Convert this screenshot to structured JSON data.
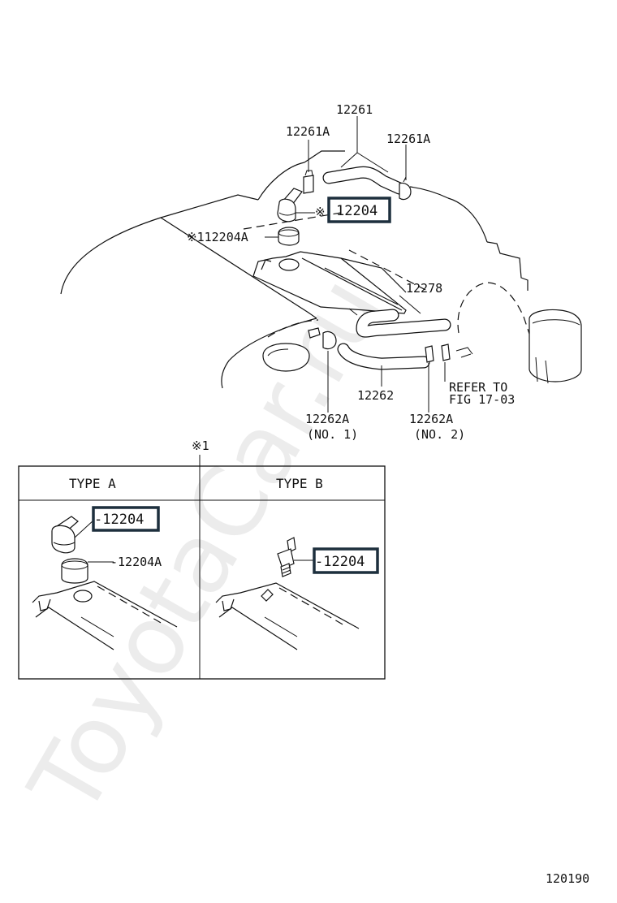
{
  "watermark": "ToyotaCar.ru",
  "labels": {
    "p12261": "12261",
    "p12261A_left": "12261A",
    "p12261A_right": "12261A",
    "p12204_main": "12204",
    "p12204_main_mark": "※",
    "p112204A": "※112204A",
    "p12278": "12278",
    "p12262": "12262",
    "p12262A_no1": "12262A",
    "p12262A_no1_sub": "(NO. 1)",
    "p12262A_no2": "12262A",
    "p12262A_no2_sub": "(NO. 2)",
    "refer_line1": "REFER TO",
    "refer_line2": "FIG 17-03"
  },
  "inset": {
    "mark": "※1",
    "type_a": {
      "header": "TYPE  A",
      "part_boxed": "-12204",
      "part_plain": "-12204A"
    },
    "type_b": {
      "header": "TYPE  B",
      "part_boxed": "-12204"
    }
  },
  "figure_number": "120190"
}
